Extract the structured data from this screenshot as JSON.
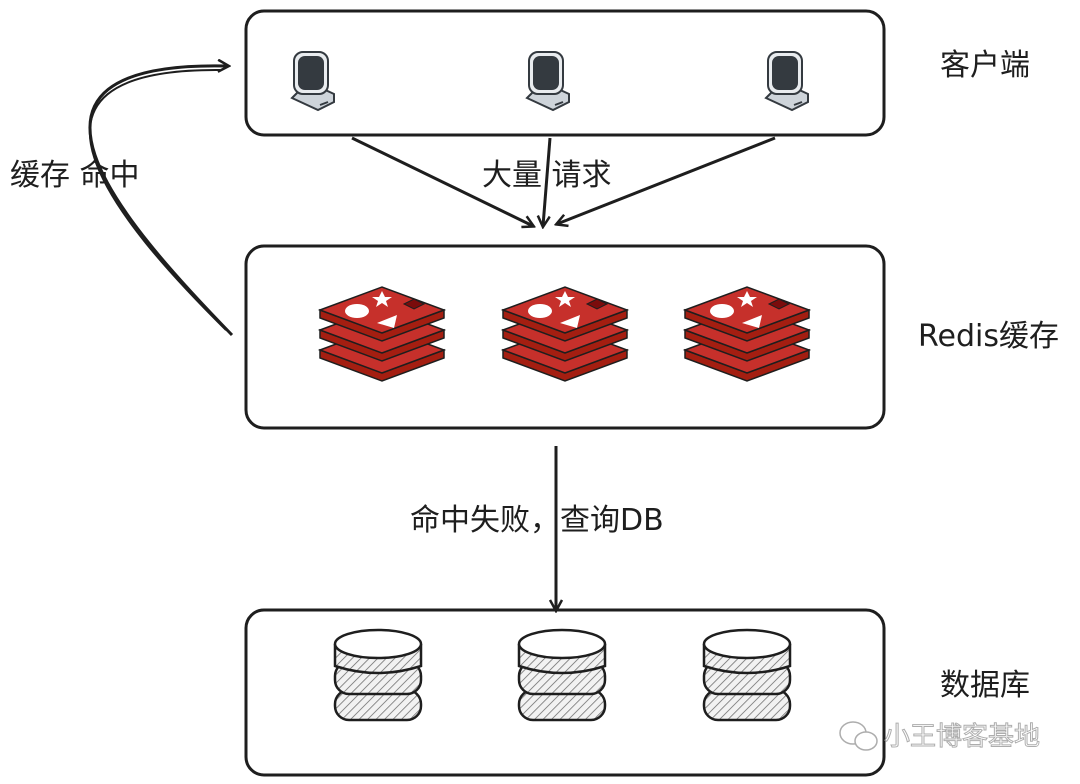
{
  "layers": {
    "client": {
      "label": "客户端",
      "icon": "monitor-icon",
      "count": 3
    },
    "cache": {
      "label": "Redis缓存",
      "icon": "redis-icon",
      "count": 3
    },
    "database": {
      "label": "数据库",
      "icon": "database-icon",
      "count": 3
    }
  },
  "edges": {
    "requests_label": "大量 请求",
    "cache_hit_label": "缓存 命中",
    "cache_miss_label": "命中失败，查询DB"
  },
  "colors": {
    "redis_red": "#c6302b",
    "stroke": "#1e1e1e",
    "monitor_screen": "#343a40"
  },
  "watermark": {
    "text": "小王博客基地",
    "icon": "wechat-icon"
  }
}
